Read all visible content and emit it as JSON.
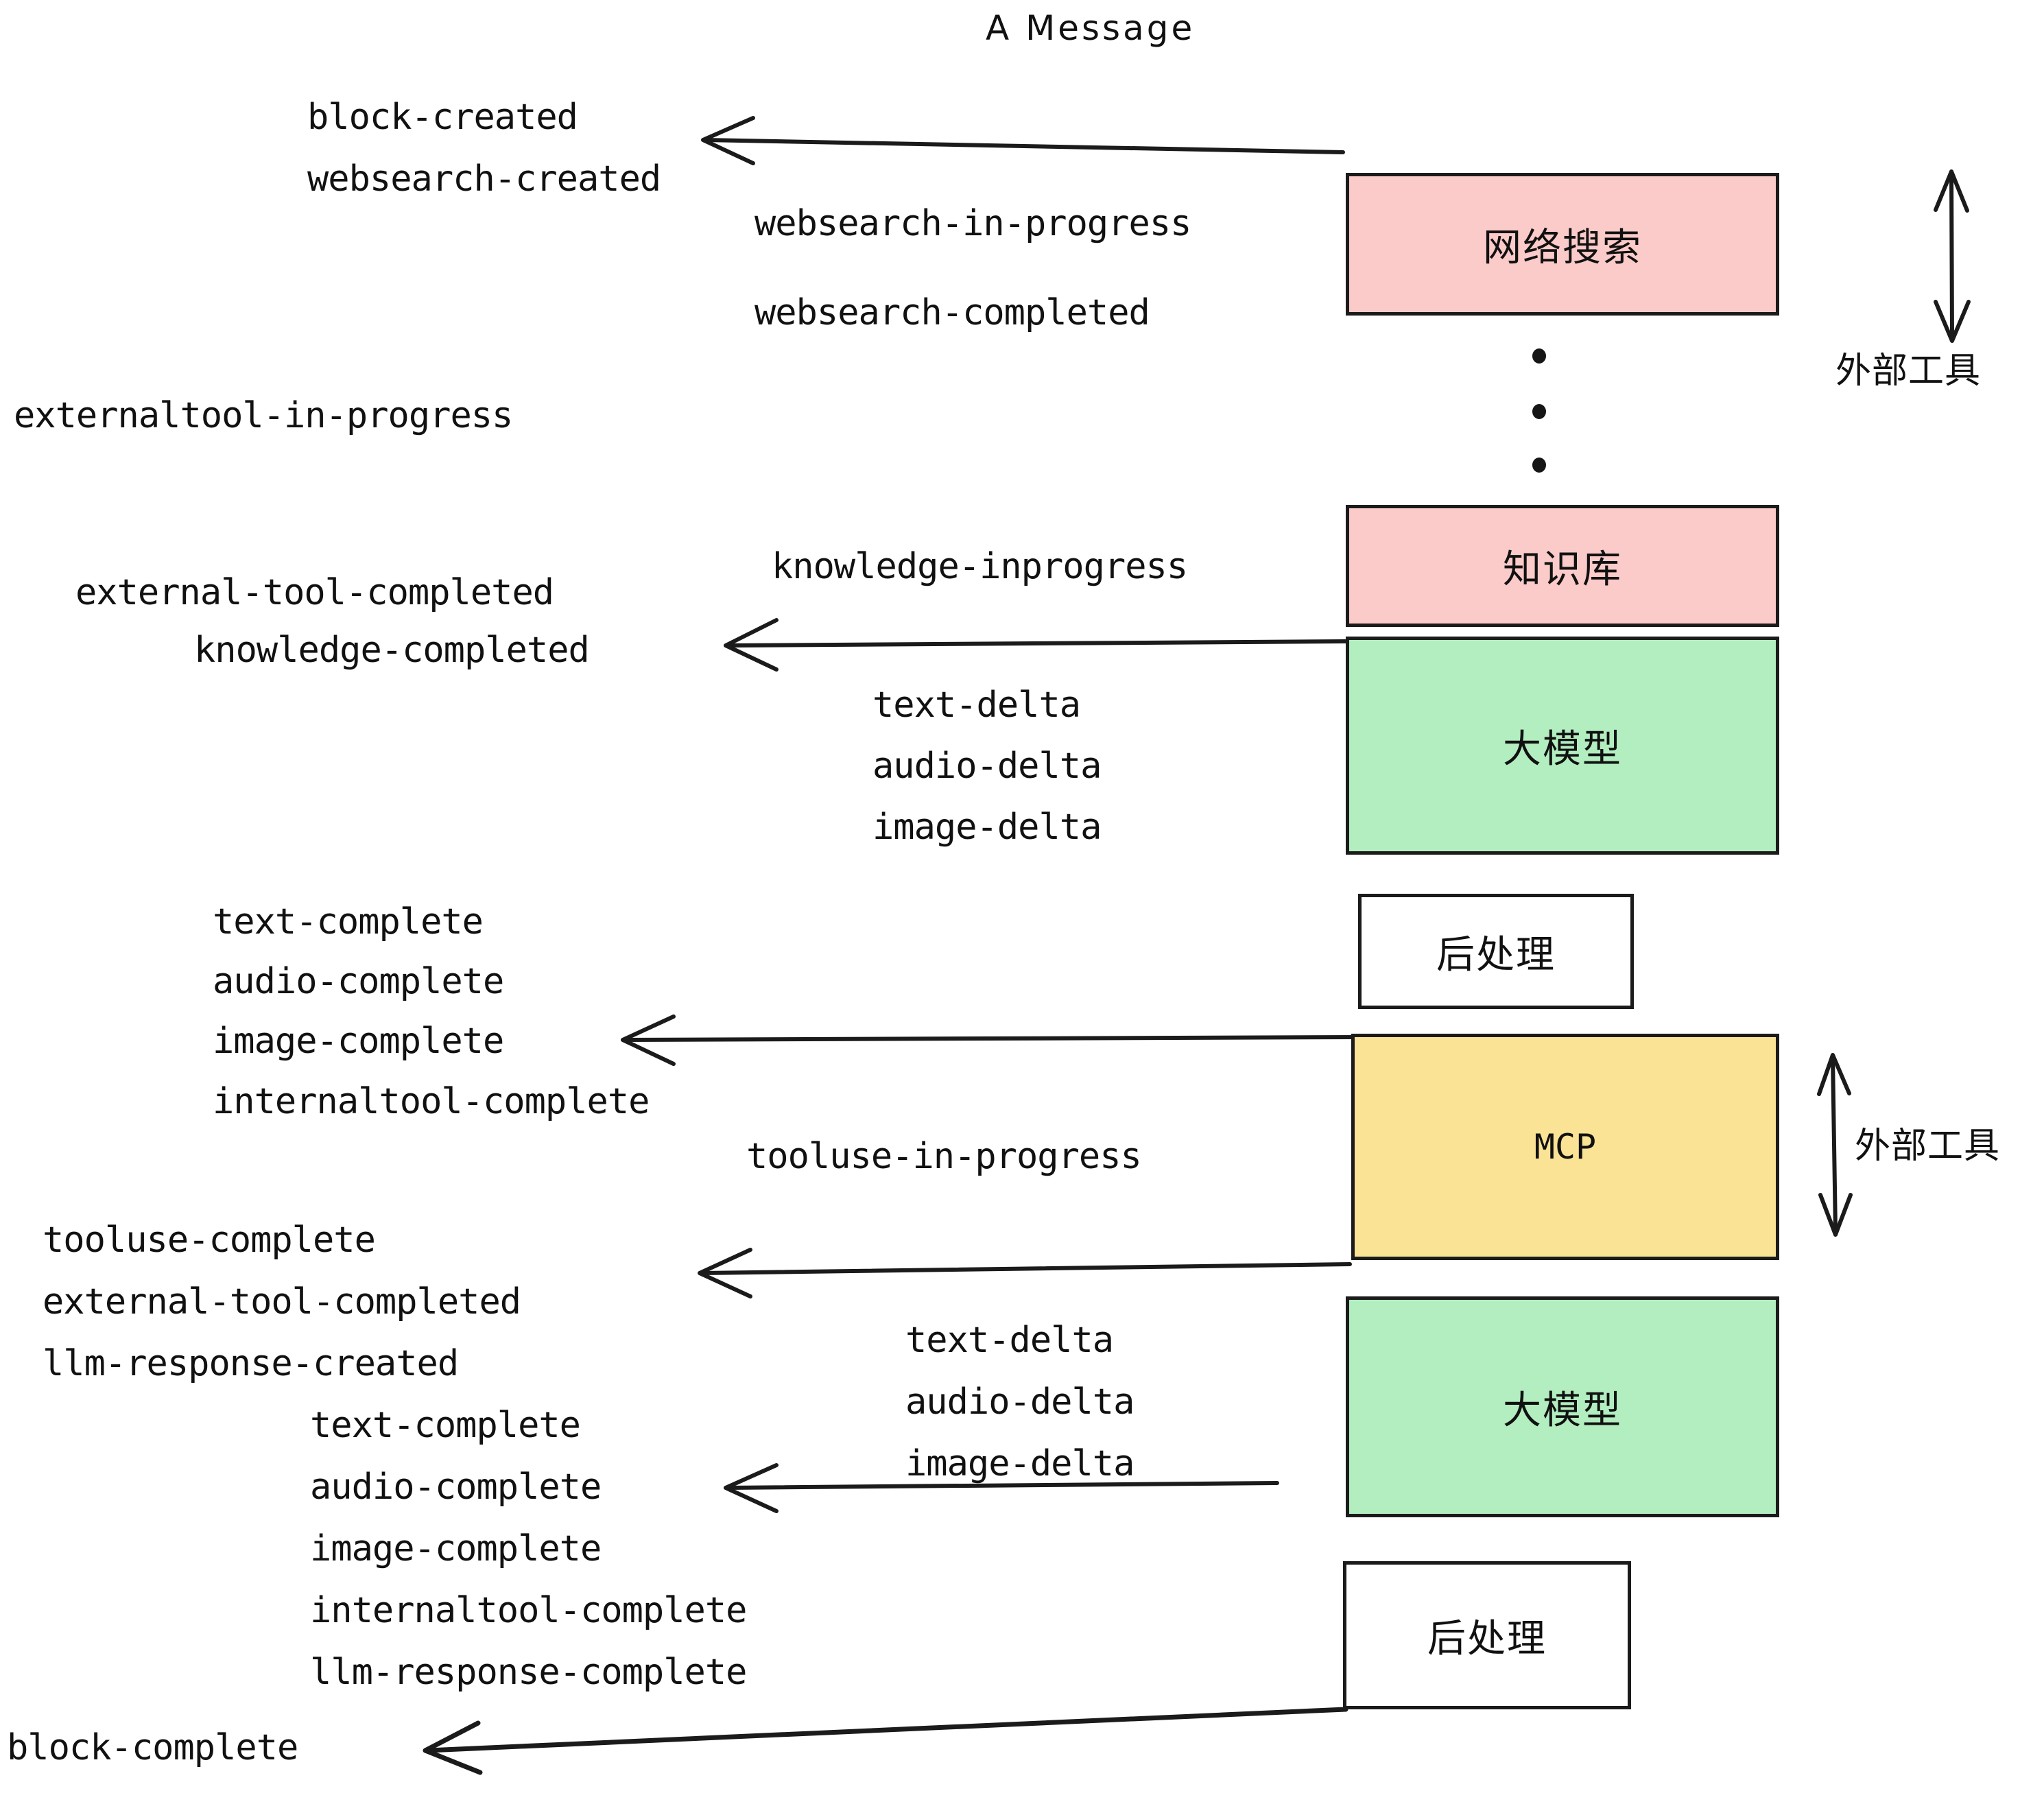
{
  "diagram": {
    "title": "A Message",
    "background": "#ffffff",
    "stroke_color": "#1b1b1b",
    "colors": {
      "pink": "#fbcbc9",
      "green": "#b2eec0",
      "yellow": "#fae395",
      "white": "#ffffff",
      "line": "#1b1b1b"
    },
    "nodes": [
      {
        "id": "websearch",
        "label": "网络搜索",
        "color": "pink"
      },
      {
        "id": "knowledge",
        "label": "知识库",
        "color": "pink"
      },
      {
        "id": "llm-1",
        "label": "大模型",
        "color": "green"
      },
      {
        "id": "postprocess-1",
        "label": "后处理",
        "color": "white"
      },
      {
        "id": "mcp",
        "label": "MCP",
        "color": "yellow"
      },
      {
        "id": "llm-2",
        "label": "大模型",
        "color": "green"
      },
      {
        "id": "postprocess-2",
        "label": "后处理",
        "color": "white"
      }
    ],
    "side_labels": [
      {
        "id": "external-tools-top",
        "label": "外部工具"
      },
      {
        "id": "external-tools-bottom",
        "label": "外部工具"
      }
    ],
    "events": [
      {
        "id": "block-created",
        "text": "block-created"
      },
      {
        "id": "websearch-created",
        "text": "websearch-created"
      },
      {
        "id": "websearch-in-progress",
        "text": "websearch-in-progress"
      },
      {
        "id": "websearch-completed",
        "text": "websearch-completed"
      },
      {
        "id": "externaltool-in-progress",
        "text": "externaltool-in-progress"
      },
      {
        "id": "knowledge-inprogress",
        "text": "knowledge-inprogress"
      },
      {
        "id": "external-tool-completed-1",
        "text": "external-tool-completed"
      },
      {
        "id": "knowledge-completed",
        "text": "knowledge-completed"
      },
      {
        "id": "text-delta-1",
        "text": "text-delta"
      },
      {
        "id": "audio-delta-1",
        "text": "audio-delta"
      },
      {
        "id": "image-delta-1",
        "text": "image-delta"
      },
      {
        "id": "text-complete-1",
        "text": "text-complete"
      },
      {
        "id": "audio-complete-1",
        "text": "audio-complete"
      },
      {
        "id": "image-complete-1",
        "text": "image-complete"
      },
      {
        "id": "internaltool-complete-1",
        "text": "internaltool-complete"
      },
      {
        "id": "tooluse-in-progress",
        "text": "tooluse-in-progress"
      },
      {
        "id": "tooluse-complete",
        "text": "tooluse-complete"
      },
      {
        "id": "external-tool-completed-2",
        "text": "external-tool-completed"
      },
      {
        "id": "llm-response-created",
        "text": "llm-response-created"
      },
      {
        "id": "text-delta-2",
        "text": "text-delta"
      },
      {
        "id": "audio-delta-2",
        "text": "audio-delta"
      },
      {
        "id": "image-delta-2",
        "text": "image-delta"
      },
      {
        "id": "text-complete-2",
        "text": "text-complete"
      },
      {
        "id": "audio-complete-2",
        "text": "audio-complete"
      },
      {
        "id": "image-complete-2",
        "text": "image-complete"
      },
      {
        "id": "internaltool-complete-2",
        "text": "internaltool-complete"
      },
      {
        "id": "llm-response-complete",
        "text": "llm-response-complete"
      },
      {
        "id": "block-complete",
        "text": "block-complete"
      }
    ],
    "ellipsis_dots": 3,
    "arrows": [
      {
        "id": "arrow-block-created",
        "direction": "left"
      },
      {
        "id": "arrow-knowledge-completed",
        "direction": "left"
      },
      {
        "id": "arrow-image-complete",
        "direction": "left"
      },
      {
        "id": "arrow-tooluse-complete",
        "direction": "left"
      },
      {
        "id": "arrow-audio-complete",
        "direction": "left"
      },
      {
        "id": "arrow-block-complete",
        "direction": "left"
      },
      {
        "id": "arrow-external-tools-top",
        "direction": "both"
      },
      {
        "id": "arrow-external-tools-bottom",
        "direction": "both"
      }
    ]
  }
}
